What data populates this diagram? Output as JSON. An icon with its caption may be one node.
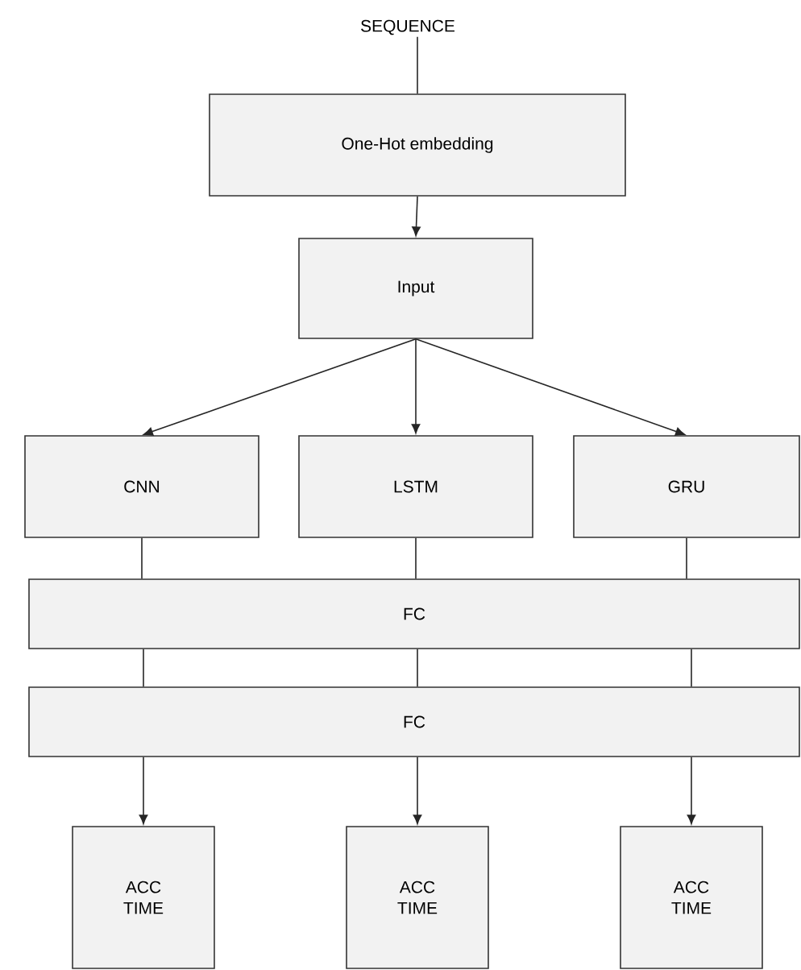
{
  "diagram": {
    "nodes": [
      {
        "text": [
          "SEQUENCE"
        ]
      },
      {
        "text": [
          "One-Hot embedding"
        ]
      },
      {
        "text": [
          "Input"
        ]
      },
      {
        "text": [
          "CNN"
        ]
      },
      {
        "text": [
          "LSTM"
        ]
      },
      {
        "text": [
          "GRU"
        ]
      },
      {
        "text": [
          "FC"
        ]
      },
      {
        "text": [
          "FC"
        ]
      },
      {
        "text": [
          "ACC TIME"
        ]
      },
      {
        "text": [
          "ACC TIME"
        ]
      },
      {
        "text": [
          "ACC TIME"
        ]
      }
    ],
    "edges": [
      {
        "from": 0,
        "to": 1,
        "arrow": "none"
      },
      {
        "from": 1,
        "to": 2,
        "arrow": "to"
      },
      {
        "from": 2,
        "to": 3,
        "arrow": "to"
      },
      {
        "from": 2,
        "to": 4,
        "arrow": "to"
      },
      {
        "from": 2,
        "to": 5,
        "arrow": "to"
      },
      {
        "from": 3,
        "to": 6,
        "arrow": "none"
      },
      {
        "from": 4,
        "to": 6,
        "arrow": "none"
      },
      {
        "from": 5,
        "to": 6,
        "arrow": "none"
      },
      {
        "from": 6,
        "to": 7,
        "arrow": "none"
      },
      {
        "from": 6,
        "to": 7,
        "arrow": "none"
      },
      {
        "from": 6,
        "to": 7,
        "arrow": "none"
      },
      {
        "from": 7,
        "to": 8,
        "arrow": "to"
      },
      {
        "from": 7,
        "to": 9,
        "arrow": "to"
      },
      {
        "from": 7,
        "to": 10,
        "arrow": "to"
      }
    ]
  }
}
